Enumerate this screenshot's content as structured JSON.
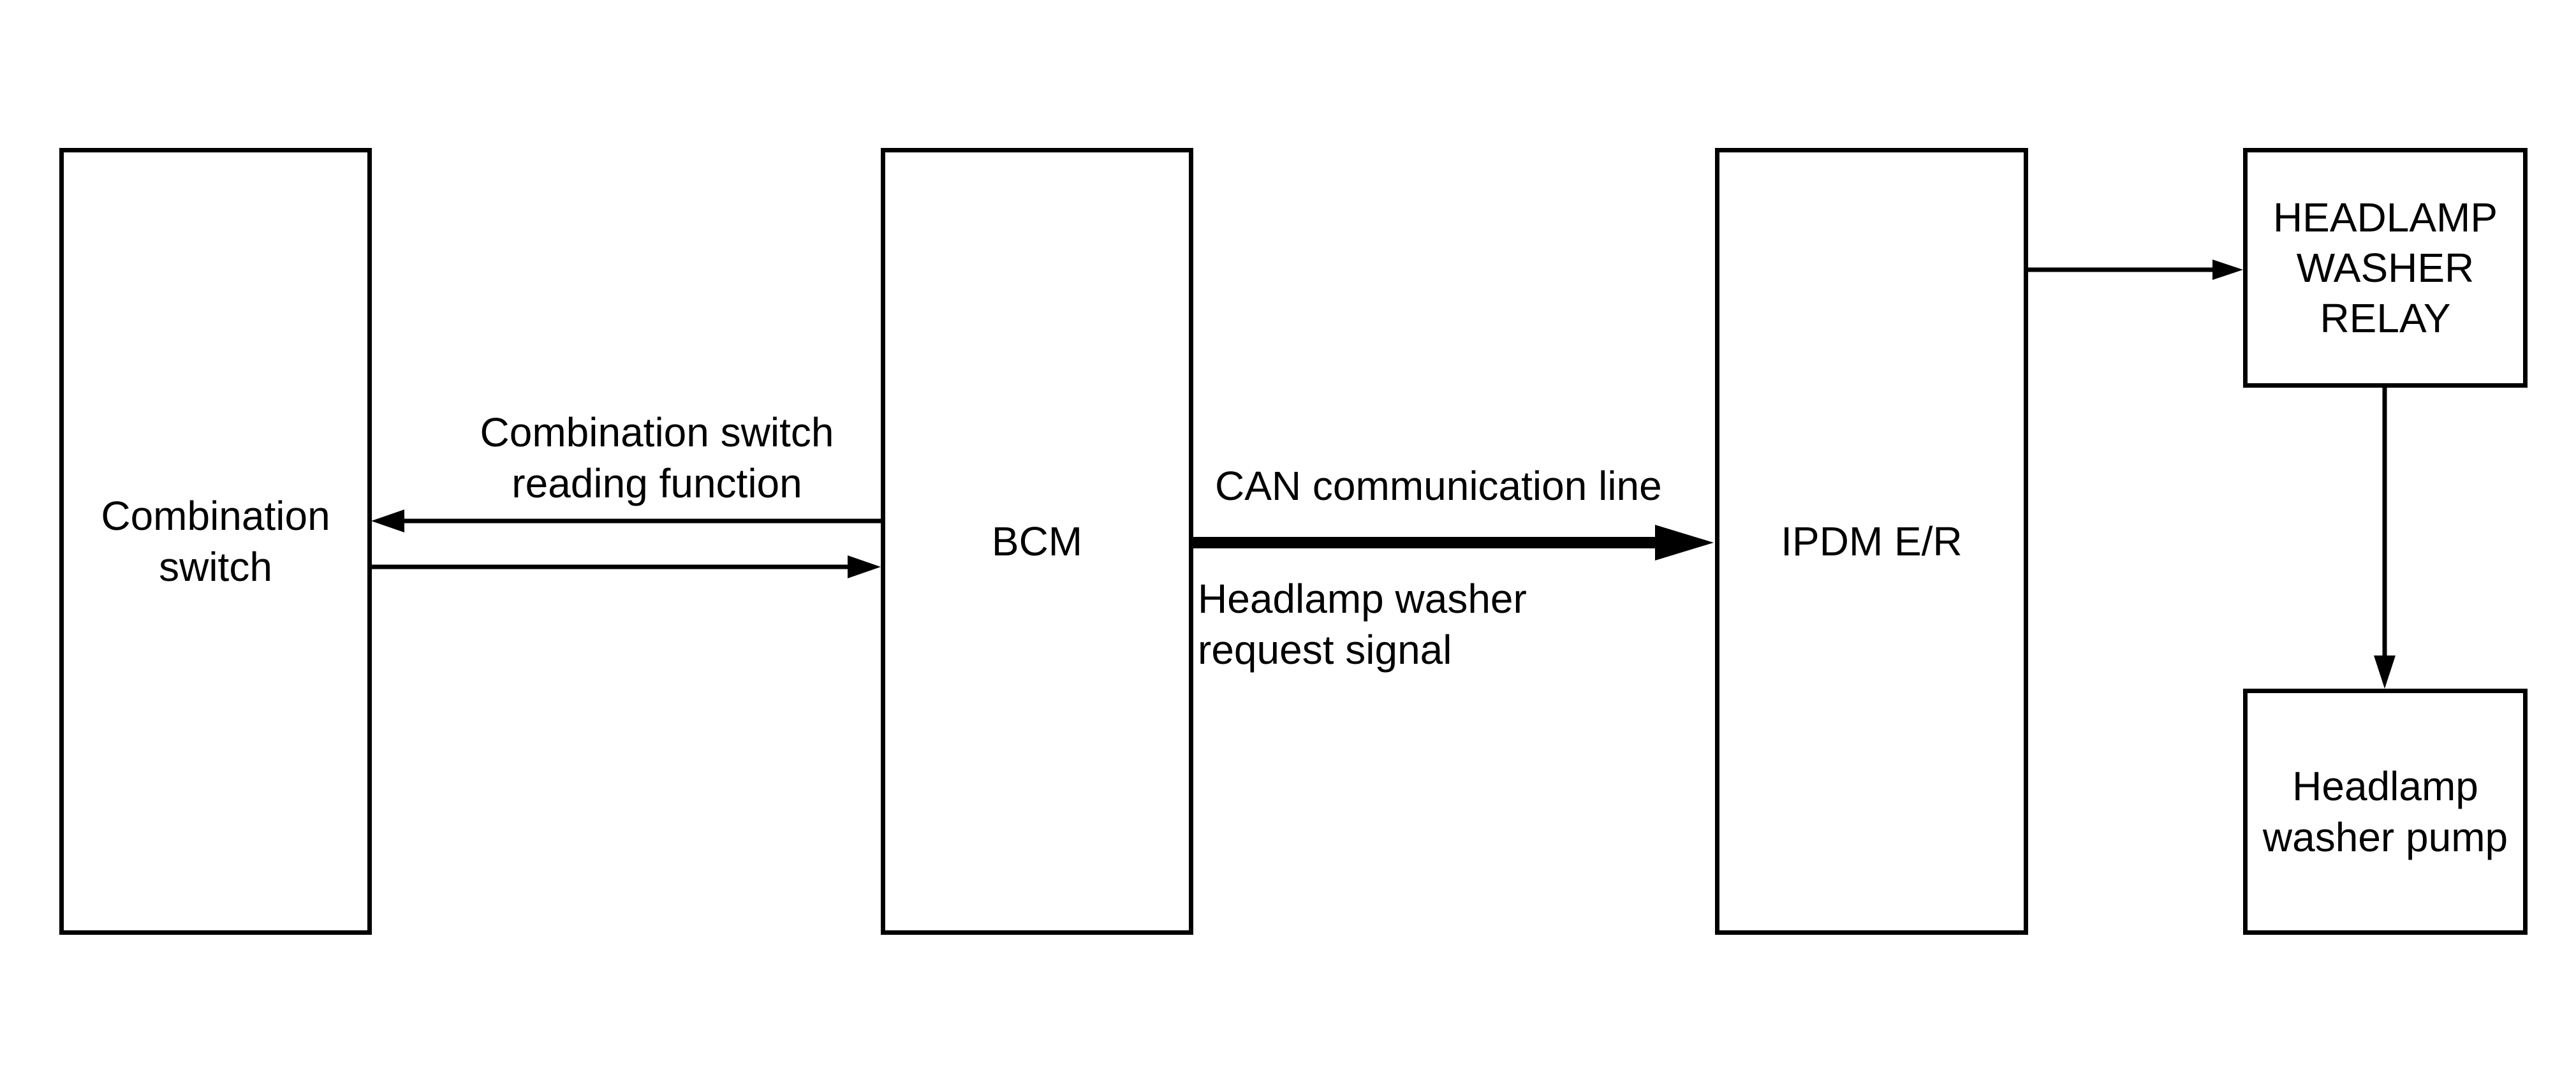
{
  "diagram": {
    "colors": {
      "background": "#ffffff",
      "line": "#000000",
      "text": "#000000"
    },
    "boxes": {
      "combination_switch": {
        "lines": [
          "Combination",
          "switch"
        ]
      },
      "bcm": {
        "lines": [
          "BCM"
        ]
      },
      "ipdm_er": {
        "lines": [
          "IPDM E/R"
        ]
      },
      "headlamp_washer_relay": {
        "lines": [
          "HEADLAMP",
          "WASHER",
          "RELAY"
        ]
      },
      "headlamp_washer_pump": {
        "lines": [
          "Headlamp",
          "washer pump"
        ]
      }
    },
    "labels": {
      "reading_function": {
        "lines": [
          "Combination switch",
          "reading function"
        ]
      },
      "can_line": {
        "lines": [
          "CAN communication line"
        ]
      },
      "request_signal": {
        "lines": [
          "Headlamp washer",
          "request signal"
        ]
      }
    },
    "connections": [
      {
        "from": "BCM",
        "to": "Combination switch",
        "style": "thin",
        "direction": "left",
        "label": "Combination switch reading function"
      },
      {
        "from": "Combination switch",
        "to": "BCM",
        "style": "thin",
        "direction": "right",
        "label": ""
      },
      {
        "from": "BCM",
        "to": "IPDM E/R",
        "style": "thick",
        "direction": "right",
        "label": "CAN communication line / Headlamp washer request signal"
      },
      {
        "from": "IPDM E/R",
        "to": "HEADLAMP WASHER RELAY",
        "style": "thin",
        "direction": "right",
        "label": ""
      },
      {
        "from": "HEADLAMP WASHER RELAY",
        "to": "Headlamp washer pump",
        "style": "thin",
        "direction": "down",
        "label": ""
      }
    ]
  }
}
